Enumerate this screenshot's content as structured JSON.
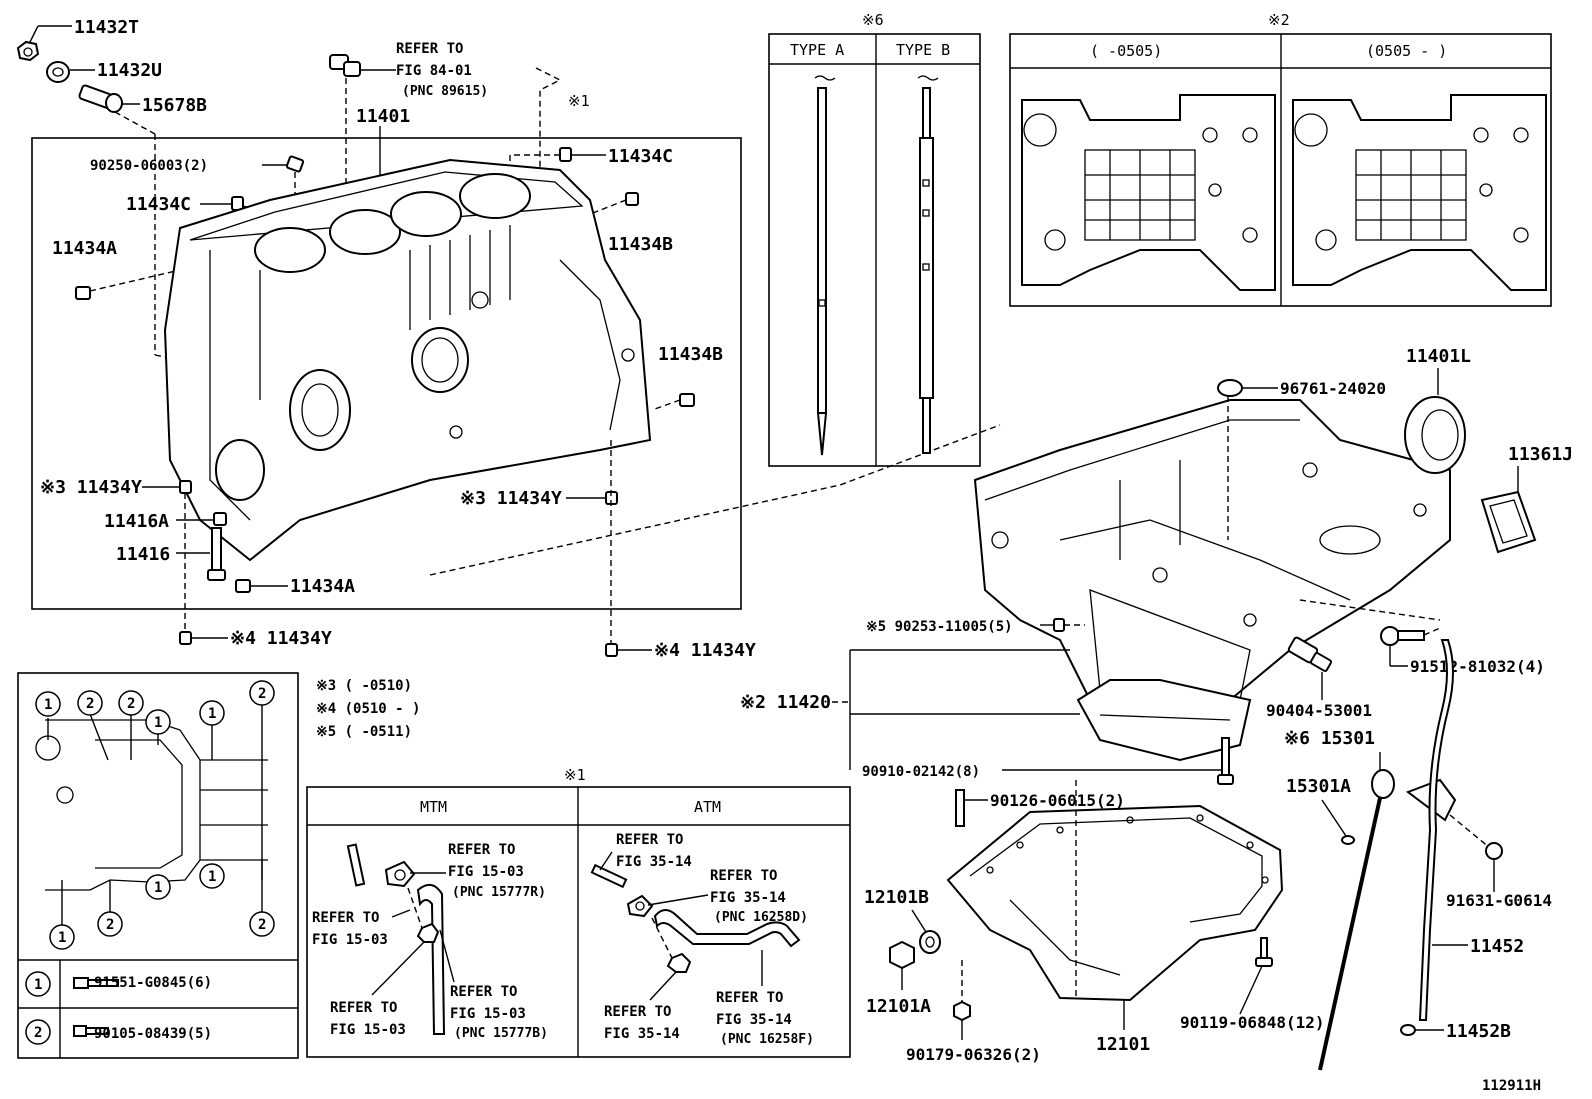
{
  "diagram_id": "112911H",
  "block": {
    "p11432T": "11432T",
    "p11432U": "11432U",
    "p15678B": "15678B",
    "refer1_l1": "REFER TO",
    "refer1_l2": "FIG 84-01",
    "refer1_l3": "(PNC 89615)",
    "note1": "※1",
    "p11401": "11401",
    "p90250": "90250-06003(2)",
    "p11434C_a": "11434C",
    "p11434C_b": "11434C",
    "p11434A_a": "11434A",
    "p11434B_a": "11434B",
    "p11434B_b": "11434B",
    "p11434Y_3a": "※3 11434Y",
    "p11434Y_3b": "※3 11434Y",
    "p11416A": "11416A",
    "p11416": "11416",
    "p11434A_b": "11434A",
    "p11434Y_4a": "※4 11434Y",
    "p11434Y_4b": "※4 11434Y"
  },
  "dipstick_types": {
    "note": "※6",
    "type_a": "TYPE A",
    "type_b": "TYPE B"
  },
  "block_variants": {
    "note": "※2",
    "left": "(        -0505)",
    "right": "(0505 -        )"
  },
  "pattern": {
    "c1": "1",
    "c2": "2",
    "row1_part": "91551-G0845(6)",
    "row2_part": "90105-08439(5)"
  },
  "notes": {
    "n3": "※3 (        -0510)",
    "n4": "※4 (0510 -        )",
    "n5": "※5 (        -0511)"
  },
  "transmission": {
    "note": "※1",
    "mtm": "MTM",
    "atm": "ATM",
    "mtm_r1_l1": "REFER TO",
    "mtm_r1_l2": "FIG 15-03",
    "mtm_r1_l3": "(PNC 15777R)",
    "mtm_r2_l1": "REFER TO",
    "mtm_r2_l2": "FIG 15-03",
    "mtm_r3_l1": "REFER TO",
    "mtm_r3_l2": "FIG 15-03",
    "mtm_r4_l1": "REFER TO",
    "mtm_r4_l2": "FIG 15-03",
    "mtm_r4_l3": "(PNC 15777B)",
    "atm_r1_l1": "REFER TO",
    "atm_r1_l2": "FIG 35-14",
    "atm_r2_l1": "REFER TO",
    "atm_r2_l2": "FIG 35-14",
    "atm_r2_l3": "(PNC 16258D)",
    "atm_r3_l1": "REFER TO",
    "atm_r3_l2": "FIG 35-14",
    "atm_r4_l1": "REFER TO",
    "atm_r4_l2": "FIG 35-14",
    "atm_r4_l3": "(PNC 16258F)"
  },
  "oilpan": {
    "p96761": "96761-24020",
    "p11401L": "11401L",
    "p11361J": "11361J",
    "p90253": "※5 90253-11005(5)",
    "p11420": "※2 11420",
    "p91512": "91512-81032(4)",
    "p90404": "90404-53001",
    "p15301": "※6 15301",
    "p15301A": "15301A",
    "p90910": "90910-02142(8)",
    "p90126": "90126-06015(2)",
    "p12101B": "12101B",
    "p12101A": "12101A",
    "p12101": "12101",
    "p90119": "90119-06848(12)",
    "p90179": "90179-06326(2)",
    "p91631": "91631-G0614",
    "p11452": "11452",
    "p11452B": "11452B"
  }
}
